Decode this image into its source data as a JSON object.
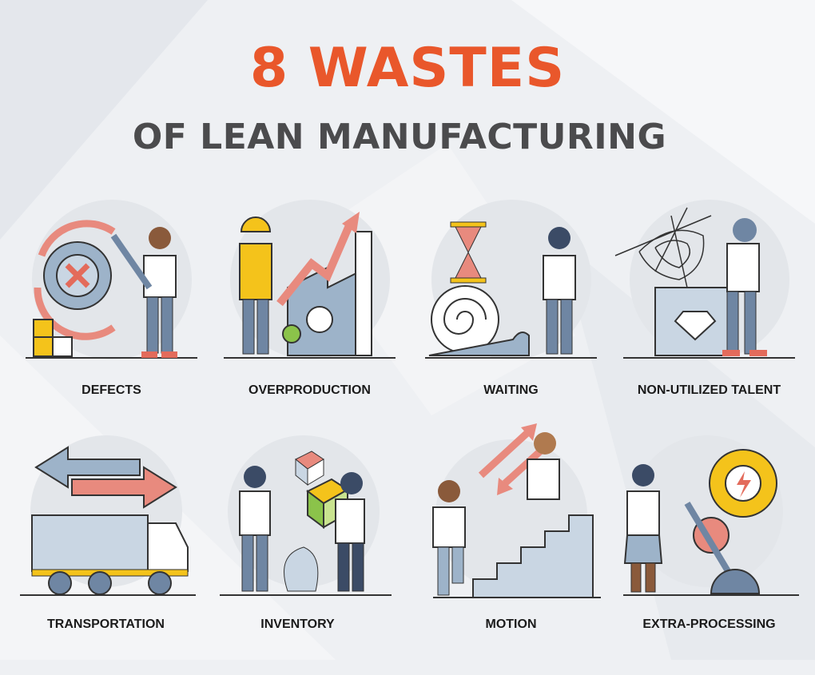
{
  "title": {
    "line1": "8 WASTES",
    "line2": "OF LEAN MANUFACTURING"
  },
  "colors": {
    "accent": "#e9572b",
    "subtitle": "#4b4b4d",
    "blue": "#9db3c9",
    "red": "#e88a7e",
    "yellow": "#f4c31b"
  },
  "wastes": [
    {
      "label": "DEFECTS",
      "icon": "gear-with-x-icon"
    },
    {
      "label": "OVERPRODUCTION",
      "icon": "factory-rising-arrow-icon"
    },
    {
      "label": "WAITING",
      "icon": "hourglass-snail-icon"
    },
    {
      "label": "NON-UTILIZED TALENT",
      "icon": "cobweb-diamond-icon"
    },
    {
      "label": "TRANSPORTATION",
      "icon": "truck-arrows-icon"
    },
    {
      "label": "INVENTORY",
      "icon": "boxes-icon"
    },
    {
      "label": "MOTION",
      "icon": "stairs-arrows-icon"
    },
    {
      "label": "EXTRA-PROCESSING",
      "icon": "gears-lever-icon"
    }
  ]
}
